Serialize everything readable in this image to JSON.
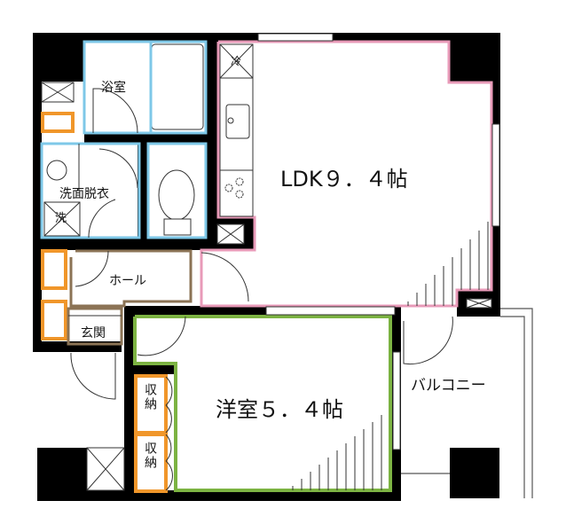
{
  "floorplan": {
    "rooms": {
      "ldk": {
        "label": "LDK９．４帖",
        "color": "#e89ab8"
      },
      "western": {
        "label": "洋室５．４帖",
        "color": "#7cb342"
      },
      "balcony": {
        "label": "バルコニー"
      },
      "bath": {
        "label": "浴室",
        "color": "#7ec8e8"
      },
      "washroom": {
        "label": "洗面脱衣",
        "color": "#7ec8e8"
      },
      "hall": {
        "label": "ホール",
        "color": "#8b7355"
      },
      "entrance": {
        "label": "玄関",
        "color": "#8b7355"
      },
      "storage1": {
        "label": "収納",
        "color": "#f0962a"
      },
      "storage2": {
        "label": "収納",
        "color": "#f0962a"
      }
    },
    "fixtures": {
      "fridge": "冷",
      "washer": "洗"
    }
  }
}
